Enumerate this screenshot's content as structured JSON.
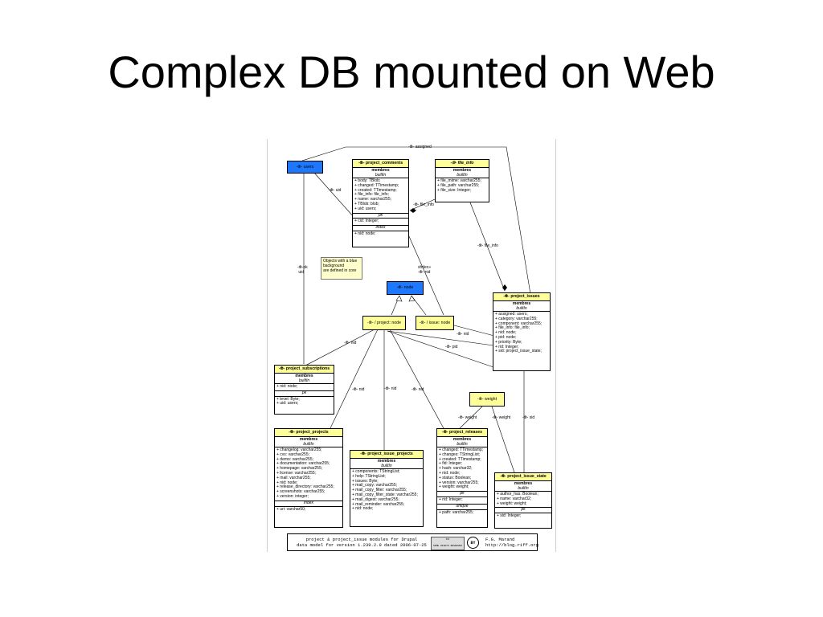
{
  "slide": {
    "title": "Complex DB mounted on Web"
  },
  "diagram": {
    "note": [
      "Objects with a blue",
      "background",
      "are defined in core"
    ],
    "boxes": {
      "users": {
        "title": "-⦾- users"
      },
      "node": {
        "title": "-⦾- node"
      },
      "project_node": {
        "title": "-⦾- / project: node"
      },
      "issue_node": {
        "title": "-⦾- / issue: node"
      },
      "weight": {
        "title": "-⦾- weight"
      },
      "project_comments": {
        "title": "-⦾- project_comments",
        "section": "membres",
        "stereo": "builtIn",
        "attrs1": [
          "+ body: TBlob;",
          "+ changed: TTimestamp;",
          "+ created: TTimestamp;",
          "+ file_info: file_info;",
          "+ name: varchar255;",
          "+ TBlob: blob;",
          "+ uid: users;"
        ],
        "grp2": "pk",
        "attrs2": [
          "+ cid: Integer;"
        ],
        "grp3": "index",
        "attrs3": [
          "+ nid: node;"
        ]
      },
      "file_info": {
        "title": "-⦾- file_info",
        "section": "membres",
        "stereo": "builtIn",
        "attrs1": [
          "+ file_mime: varchar255;",
          "+ file_path: varchar255;",
          "+ file_size: Integer;"
        ]
      },
      "project_issues": {
        "title": "-⦾- project_issues",
        "section": "membres",
        "stereo": "builtIn",
        "attrs1": [
          "+ assigned: users;",
          "+ category: varchar255;",
          "+ component: varchar255;",
          "+ file_info: file_info;",
          "+ nid: node;",
          "+ pid: node;",
          "+ priority: Byte;",
          "+ rid: Integer;",
          "+ sid: project_issue_state;"
        ]
      },
      "project_subscriptions": {
        "title": "-⦾- project_subscriptions",
        "section": "membres",
        "stereo": "builtIn",
        "attrs1": [
          "+ nid: node;"
        ],
        "grp2": "pk",
        "attrs2": [
          "+ level: Byte;",
          "+ uid: users;"
        ]
      },
      "project_projects": {
        "title": "-⦾- project_projects",
        "section": "membres",
        "stereo": "builtIn",
        "attrs1": [
          "+ changelog: varchar255;",
          "+ cvs: varchar255;",
          "+ demo: varchar255;",
          "+ documentation: varchar255;",
          "+ homepage: varchar255;",
          "+ license: varchar255;",
          "+ mail: varchar255;",
          "+ nid: node;",
          "+ release_directory: varchar255;",
          "+ screenshots: varchar255;",
          "+ version: integer;"
        ],
        "grp2": "index",
        "attrs2": [
          "+ uri: varchar50;"
        ]
      },
      "project_issue_projects": {
        "title": "-⦾- project_issue_projects",
        "section": "membres",
        "stereo": "builtIn",
        "attrs1": [
          "+ components: TStringList;",
          "+ help: TStringList;",
          "+ issues: Byte;",
          "+ mail_copy: varchar255;",
          "+ mail_copy_filter: varchar255;",
          "+ mail_copy_filter_state: varchar255;",
          "+ mail_digest: varchar255;",
          "+ mail_reminder: varchar255;",
          "+ nid: node;"
        ]
      },
      "project_releases": {
        "title": "-⦾- project_releases",
        "section": "membres",
        "stereo": "builtIn",
        "attrs1": [
          "+ changed: TTimestamp;",
          "+ changes: TStringList;",
          "+ created: TTimestamp;",
          "+ fid: Integer;",
          "+ hash: varchar32;",
          "+ nid: node;",
          "+ status: Boolean;",
          "+ version: varchar255;",
          "+ weight: weight;"
        ],
        "grp2": "pk",
        "attrs2": [
          "+ rid: Integer;"
        ],
        "grp3": "unique",
        "attrs3": [
          "+ path: varchar255;"
        ]
      },
      "project_issue_state": {
        "title": "-⦾- project_issue_state",
        "section": "membres",
        "stereo": "builtIn",
        "attrs1": [
          "+ author_has: Boolean;",
          "+ name: varchar32;",
          "+ weight: weight;"
        ],
        "grp2": "pk",
        "attrs2": [
          "+ sid: Integer;"
        ]
      }
    },
    "labels": {
      "assigned": "-⦾- assigned",
      "uid1": "-⦾- uid",
      "file_info1": "-⦾- file_info",
      "file_info2": "-⦾- file_info",
      "pk_uid": "-⦾-pk\n uid",
      "shdex_nid": "shdex»\n-⦾- nid",
      "nid_issue": "-⦾- nid",
      "pid1": "-⦾- pid",
      "nid_sub": "-⦾- nid",
      "nid_proj": "-⦾- nid",
      "nid_issproj": "-⦾- nid",
      "nid_rel": "-⦾- nid",
      "weight1": "-⦾- weight",
      "weight2": "-⦾- weight",
      "sid": "-⦾- sid"
    },
    "footer": {
      "left_line1": "project & project_issue modules for Drupal",
      "left_line2": "data model for version 1.239.2.9 dated 2006-07-25",
      "cc": "cc",
      "cc_text": "SOME RIGHTS RESERVED",
      "by": "BY",
      "right_line1": "F.G. Marand",
      "right_line2": "http://blog.riff.org"
    }
  }
}
